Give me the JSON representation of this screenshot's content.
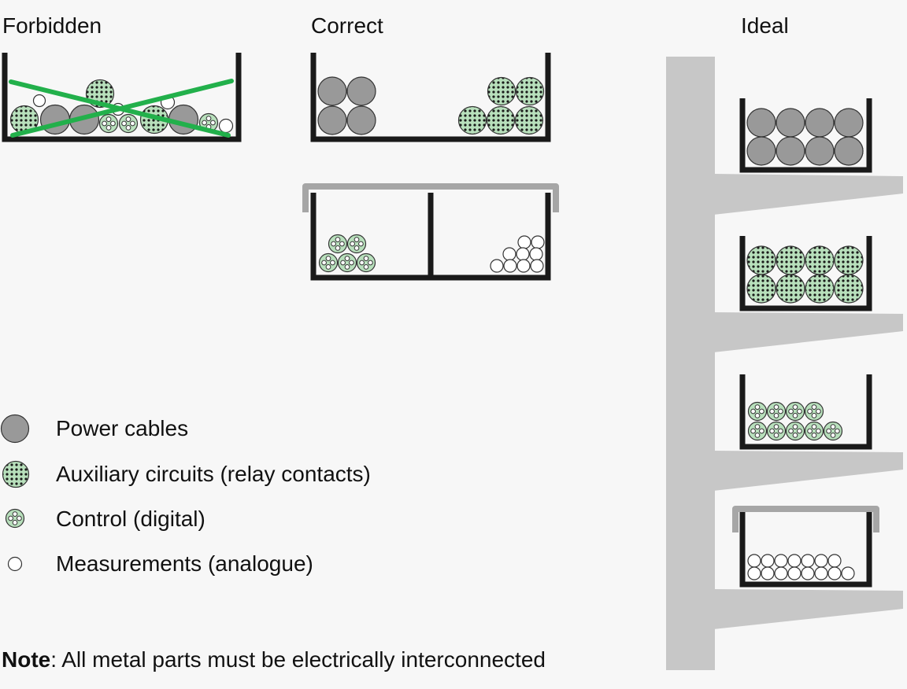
{
  "headings": {
    "forbidden": "Forbidden",
    "correct": "Correct",
    "ideal": "Ideal"
  },
  "legend": [
    {
      "kind": "power",
      "label": "Power cables"
    },
    {
      "kind": "auxiliary",
      "label": "Auxiliary circuits (relay contacts)"
    },
    {
      "kind": "control",
      "label": "Control (digital)"
    },
    {
      "kind": "measurement",
      "label": "Measurements (analogue)"
    }
  ],
  "note": {
    "bold": "Note",
    "text": ": All metal parts must be electrically interconnected"
  },
  "colors": {
    "power_fill": "#999999",
    "cable_green": "#b8e0bc",
    "forbidden_cross": "#22b04b",
    "tray_frame": "#1a1a1a",
    "support_gray": "#c7c7c7",
    "lid_gray": "#a6a6a6"
  }
}
